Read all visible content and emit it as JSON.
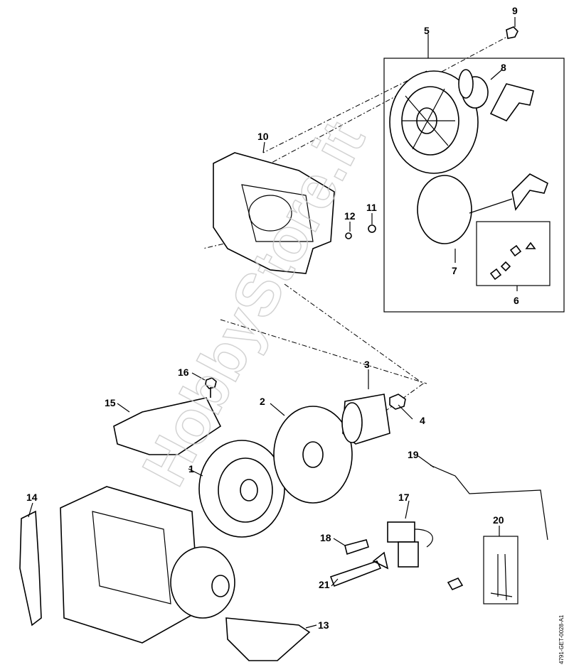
{
  "diagram": {
    "drawing_code": "4791-GET-0028-A1",
    "watermark": "HobbyStore.it",
    "part_labels": [
      "1",
      "2",
      "3",
      "4",
      "5",
      "6",
      "7",
      "8",
      "9",
      "10",
      "11",
      "12",
      "13",
      "14",
      "15",
      "16",
      "17",
      "18",
      "19",
      "20",
      "21"
    ]
  }
}
